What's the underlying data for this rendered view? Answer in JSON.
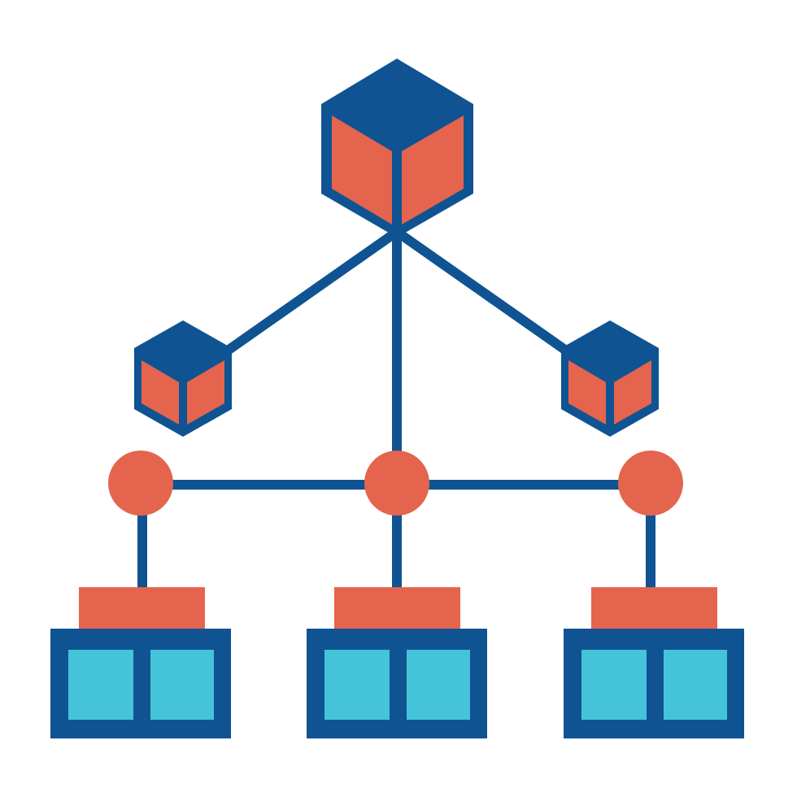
{
  "icon": {
    "name": "blockchain-network-hierarchy-icon",
    "colors": {
      "navy": "#0f5392",
      "coral": "#e5644d",
      "cyan": "#45c4d9",
      "background": "#ffffff"
    },
    "cube_count": 3,
    "node_count": 3,
    "server_count": 3
  }
}
